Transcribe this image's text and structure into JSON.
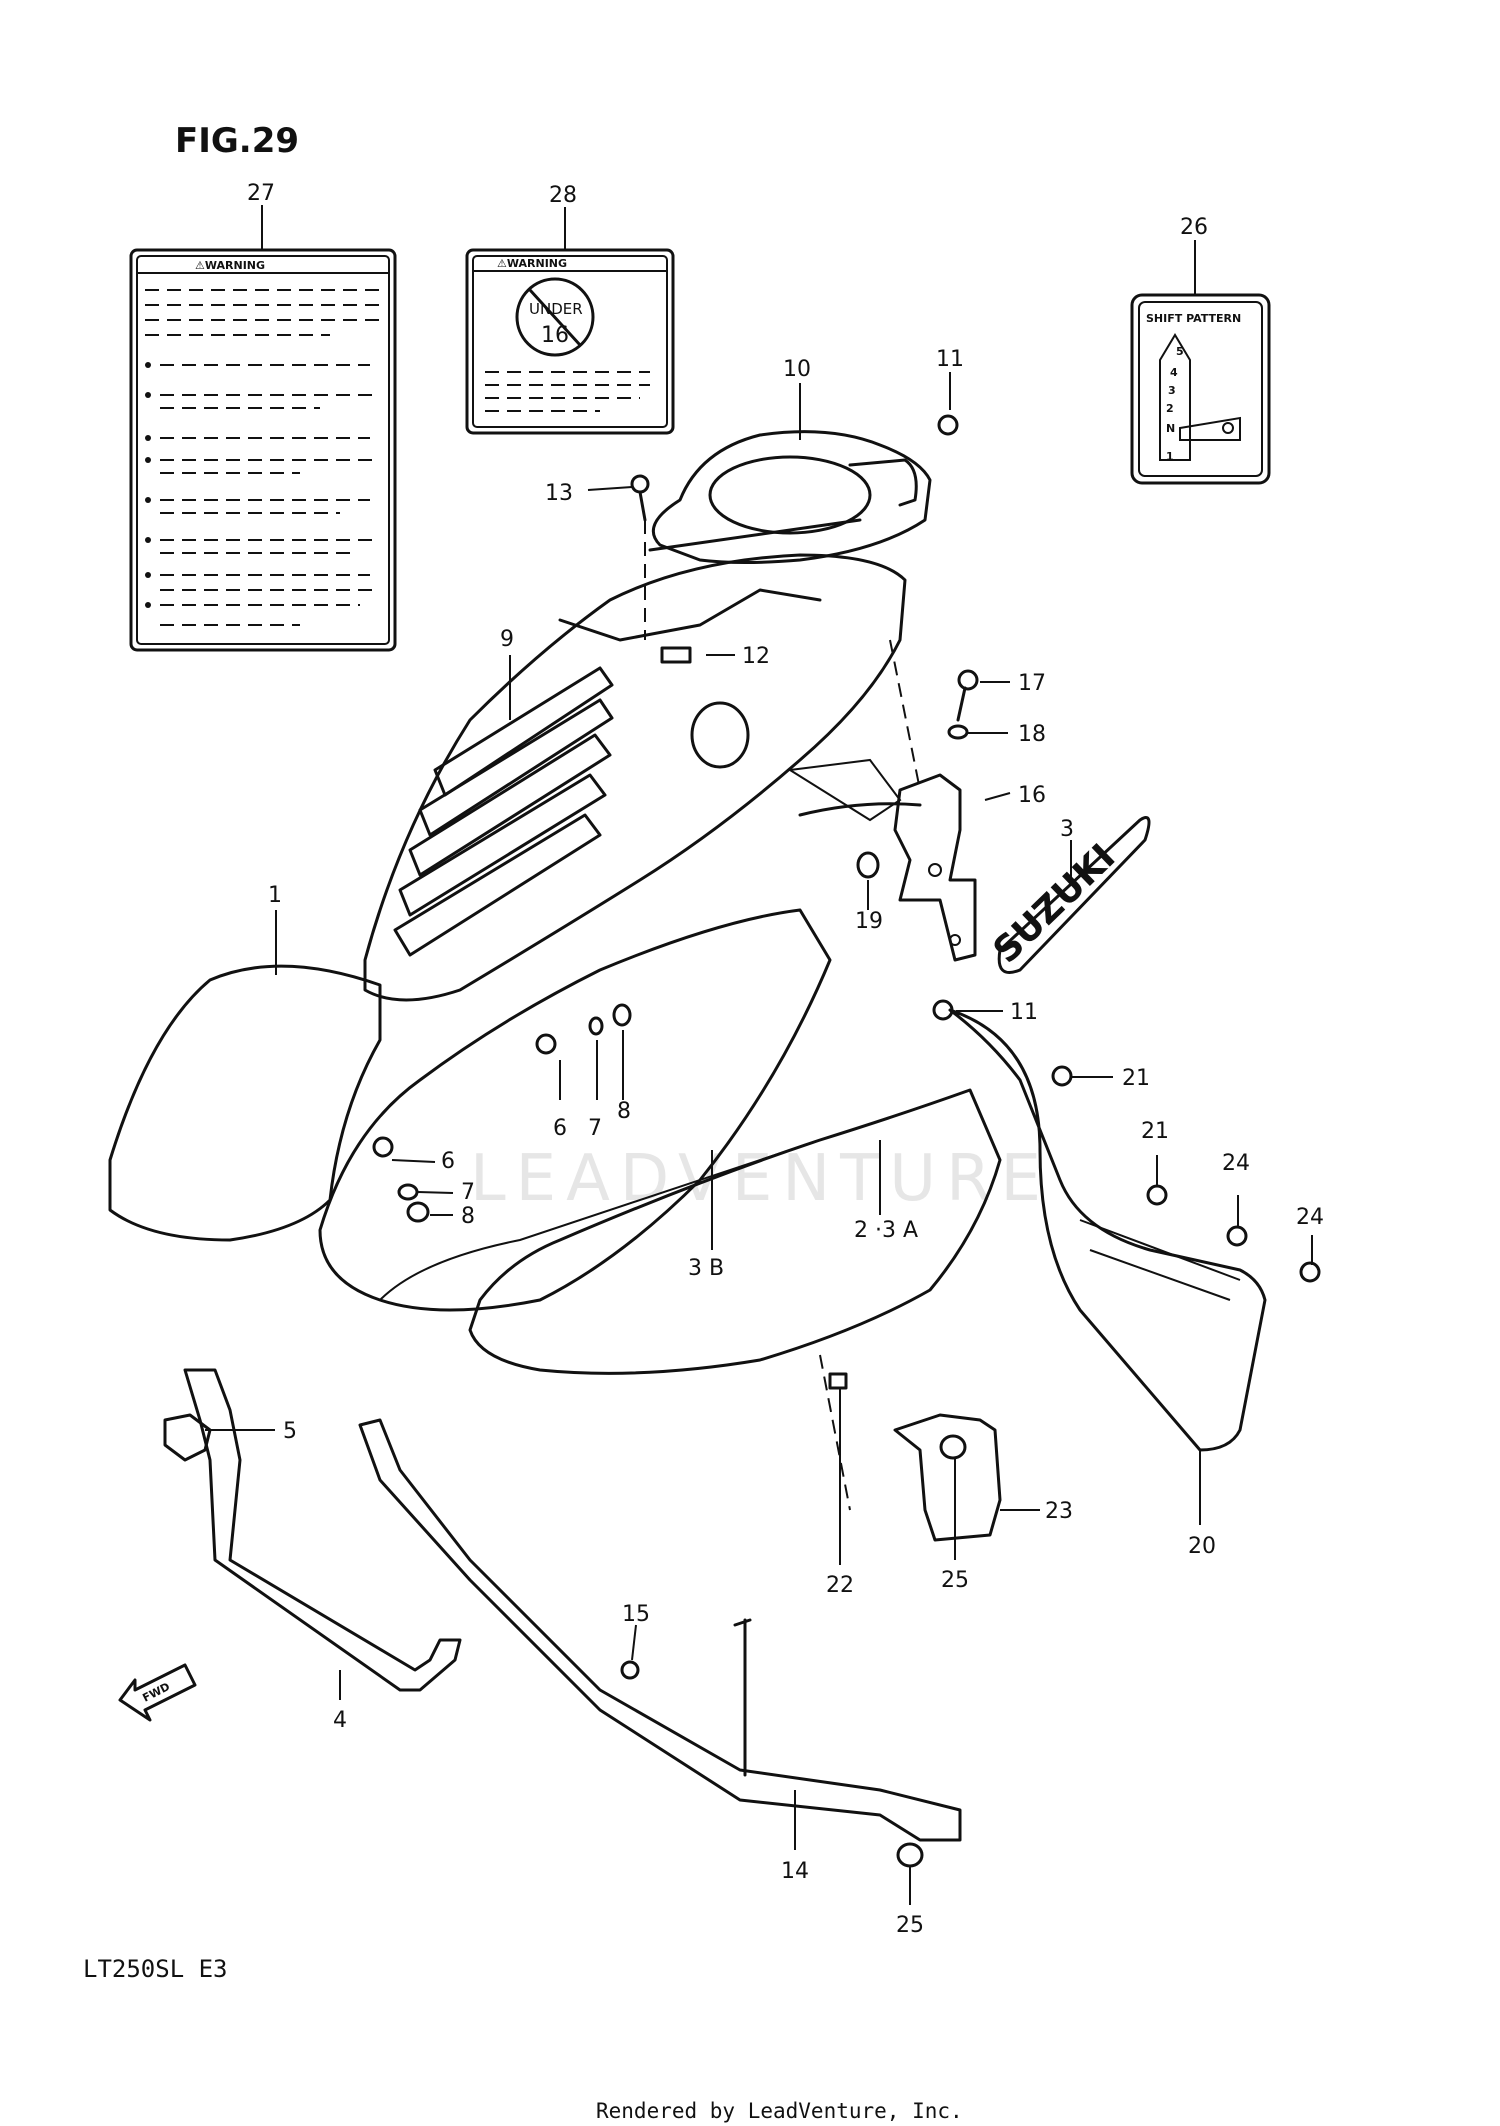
{
  "figure": {
    "title": "FIG.29",
    "model_code": "LT250SL  E3",
    "footer": "Rendered by LeadVenture, Inc.",
    "watermark": "LEADVENTURE",
    "fwd_arrow_label": "FWD"
  },
  "labels": {
    "warning_large": {
      "header": "⚠WARNING"
    },
    "warning_small": {
      "header": "⚠WARNING",
      "badge_line1": "UNDER",
      "badge_line2": "16"
    },
    "shift_pattern": {
      "header": "SHIFT PATTERN",
      "gears": [
        "5",
        "4",
        "3",
        "2",
        "N",
        "1"
      ]
    },
    "brand_decal": "SUZUKI"
  },
  "callouts": [
    {
      "id": "c27",
      "text": "27"
    },
    {
      "id": "c28",
      "text": "28"
    },
    {
      "id": "c26",
      "text": "26"
    },
    {
      "id": "c10",
      "text": "10"
    },
    {
      "id": "c11a",
      "text": "11"
    },
    {
      "id": "c13",
      "text": "13"
    },
    {
      "id": "c12",
      "text": "12"
    },
    {
      "id": "c9",
      "text": "9"
    },
    {
      "id": "c17",
      "text": "17"
    },
    {
      "id": "c18",
      "text": "18"
    },
    {
      "id": "c16",
      "text": "16"
    },
    {
      "id": "c3",
      "text": "3"
    },
    {
      "id": "c19",
      "text": "19"
    },
    {
      "id": "c1",
      "text": "1"
    },
    {
      "id": "c11b",
      "text": "11"
    },
    {
      "id": "c21a",
      "text": "21"
    },
    {
      "id": "c21b",
      "text": "21"
    },
    {
      "id": "c6a",
      "text": "6"
    },
    {
      "id": "c7a",
      "text": "7"
    },
    {
      "id": "c8a",
      "text": "8"
    },
    {
      "id": "c6b",
      "text": "6"
    },
    {
      "id": "c7b",
      "text": "7"
    },
    {
      "id": "c8b",
      "text": "8"
    },
    {
      "id": "c24a",
      "text": "24"
    },
    {
      "id": "c24b",
      "text": "24"
    },
    {
      "id": "c23a",
      "text": "2 ·3 A"
    },
    {
      "id": "c3b",
      "text": "3 B"
    },
    {
      "id": "c5",
      "text": "5"
    },
    {
      "id": "c23",
      "text": "23"
    },
    {
      "id": "c20",
      "text": "20"
    },
    {
      "id": "c22",
      "text": "22"
    },
    {
      "id": "c25a",
      "text": "25"
    },
    {
      "id": "c15",
      "text": "15"
    },
    {
      "id": "c4",
      "text": "4"
    },
    {
      "id": "c14",
      "text": "14"
    },
    {
      "id": "c25b",
      "text": "25"
    }
  ]
}
